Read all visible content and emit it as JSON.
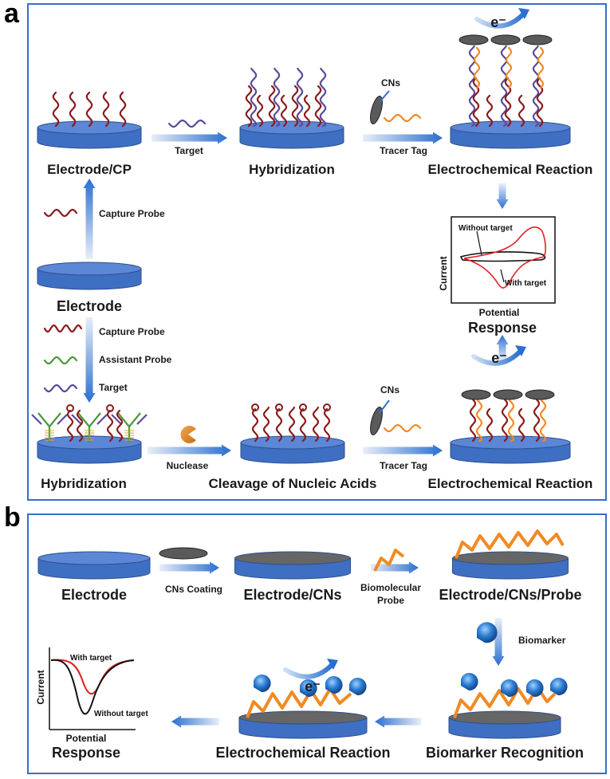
{
  "panel_a": {
    "letter": "a",
    "row1": {
      "electrode_cp": "Electrode/CP",
      "target": "Target",
      "hybridization": "Hybridization",
      "cns": "CNs",
      "tracer_tag": "Tracer Tag",
      "electrochemical_reaction": "Electrochemical Reaction",
      "electron": "e⁻"
    },
    "capture_probe": "Capture Probe",
    "electrode": "Electrode",
    "cv_plot": {
      "without_target": "Without target",
      "with_target": "With target",
      "ylabel": "Current",
      "xlabel": "Potential",
      "response": "Response"
    },
    "lower": {
      "capture_probe": "Capture Probe",
      "assistant_probe": "Assistant Probe",
      "target": "Target",
      "hybridization": "Hybridization",
      "nuclease": "Nuclease",
      "cleavage": "Cleavage of Nucleic Acids",
      "cns": "CNs",
      "tracer_tag": "Tracer Tag",
      "electrochemical_reaction": "Electrochemical Reaction",
      "electron": "e⁻"
    }
  },
  "panel_b": {
    "letter": "b",
    "electrode": "Electrode",
    "cns_coating": "CNs Coating",
    "electrode_cns": "Electrode/CNs",
    "biomolecular": "Biomolecular",
    "probe": "Probe",
    "electrode_cns_probe": "Electrode/CNs/Probe",
    "biomarker": "Biomarker",
    "biomarker_recognition": "Biomarker Recognition",
    "electrochemical_reaction": "Electrochemical Reaction",
    "electron": "e⁻",
    "dpv_plot": {
      "with_target": "With target",
      "without_target": "Without target",
      "ylabel": "Current",
      "xlabel": "Potential",
      "response": "Response"
    }
  },
  "colors": {
    "panel_border": "#3a6fc4",
    "electrode_blue": "#4a78c9",
    "probe_red": "#8b1a1a",
    "target_purple": "#5a4a9a",
    "tag_orange": "#f08a24",
    "assistant_green": "#4a9a3a",
    "cns_gray": "#666666",
    "signal_red": "#e02020",
    "biomarker_blue": "#2a7ad0"
  }
}
